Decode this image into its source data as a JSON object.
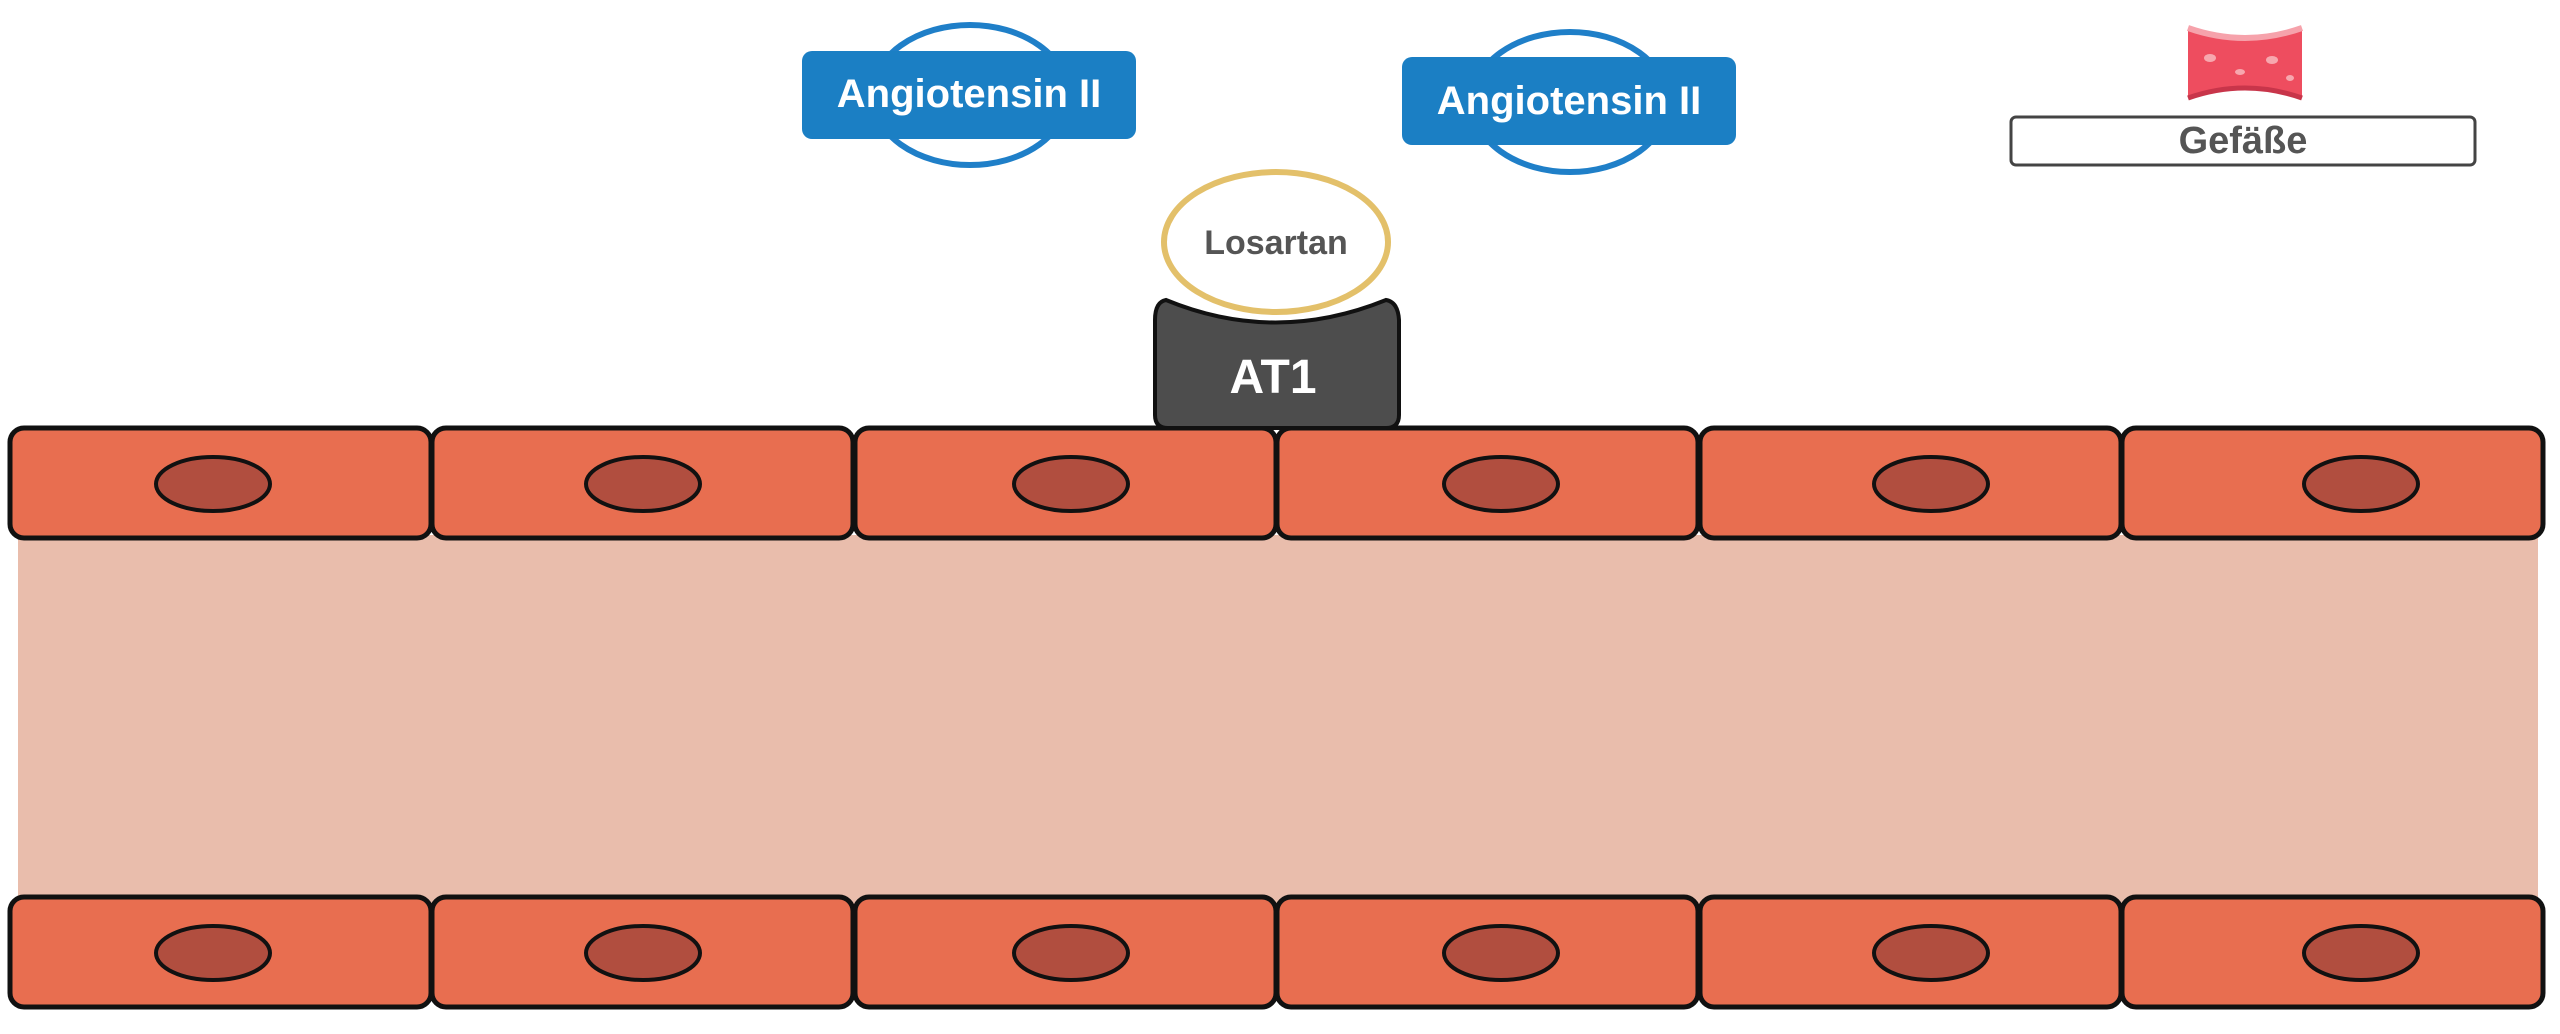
{
  "molecules": {
    "angiotensin_left": "Angiotensin II",
    "angiotensin_right": "Angiotensin II",
    "losartan": "Losartan",
    "receptor": "AT1"
  },
  "legend": {
    "label": "Gefäße",
    "icon": "blood-vessel-icon"
  },
  "colors": {
    "angiotensin_fill": "#1b7fc4",
    "angiotensin_ring": "#1f7fc8",
    "losartan_ring": "#e3c06a",
    "losartan_text": "#555555",
    "receptor_fill": "#4d4d4d",
    "cell_fill": "#e86e50",
    "nucleus_fill": "#b14e3f",
    "lumen_fill": "#e9bdac",
    "outline": "#111111",
    "vessel_icon": "#ee4d5f"
  },
  "vessel": {
    "cells_per_row": 6,
    "rows": 2
  }
}
